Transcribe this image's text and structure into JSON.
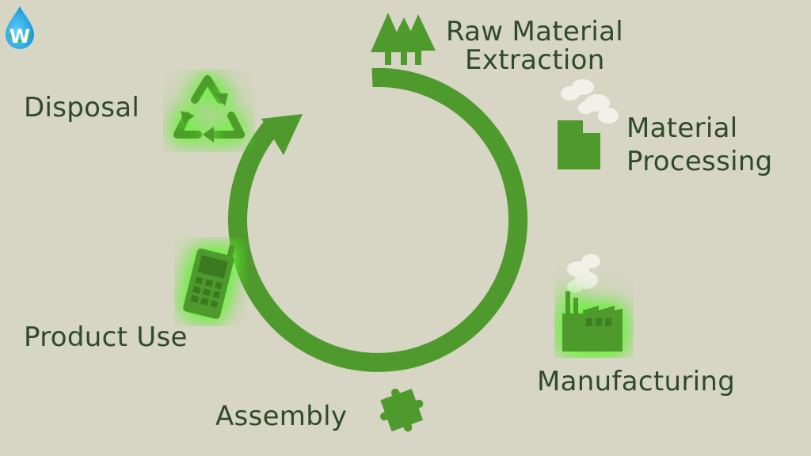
{
  "logo": {
    "letter": "W"
  },
  "stages": {
    "raw_material": {
      "line1": "Raw Material",
      "line2": "Extraction"
    },
    "processing": {
      "line1": "Material",
      "line2": "Processing"
    },
    "manufacturing": {
      "label": "Manufacturing"
    },
    "assembly": {
      "label": "Assembly"
    },
    "product_use": {
      "label": "Product Use"
    },
    "disposal": {
      "label": "Disposal"
    }
  },
  "colors": {
    "background": "#d7d5c3",
    "cycle_green": "#4e9a2c",
    "text": "#2f4a2a",
    "glow": "#6dff3a"
  },
  "icons": {
    "raw_material": "trees-icon",
    "processing": "factory-smoke-icon",
    "manufacturing": "factory-icon",
    "assembly": "puzzle-piece-icon",
    "product_use": "mobile-phone-icon",
    "disposal": "recycle-icon"
  }
}
